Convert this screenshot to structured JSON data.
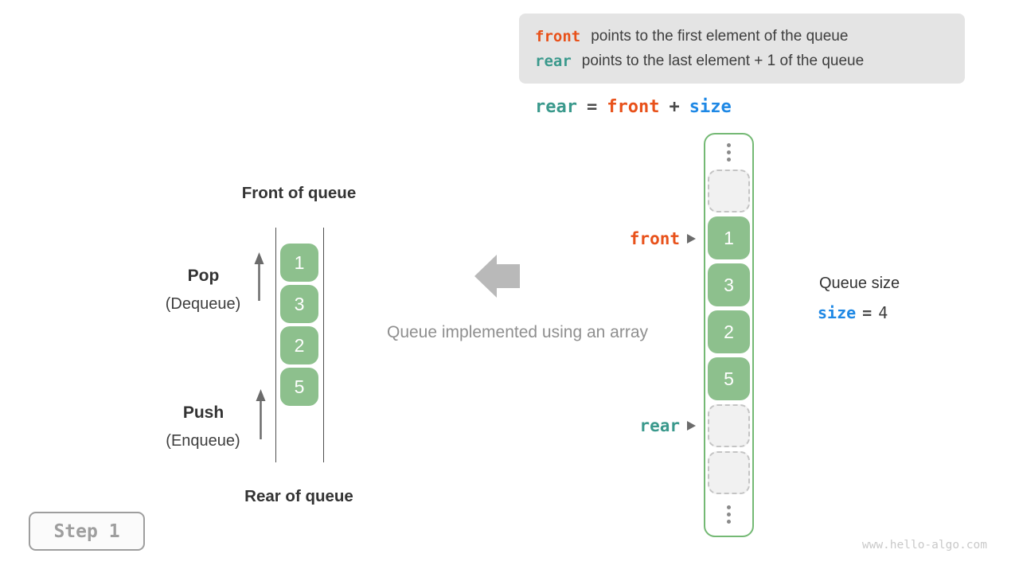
{
  "colors": {
    "front_orange": "#e8511a",
    "rear_teal": "#3a998c",
    "size_blue": "#1e88e5",
    "cell_green": "#8dc08d",
    "array_border_green": "#74b974",
    "legend_bg": "#e4e4e4",
    "block_arrow_gray": "#b9b9b9"
  },
  "legend": {
    "line1_code": "front",
    "line1_text": "points to the first element of the queue",
    "line2_code": "rear",
    "line2_text": "points to the last element + 1 of the queue"
  },
  "formula": {
    "lhs": "rear",
    "eq": "=",
    "op1": "front",
    "plus": "+",
    "op2": "size"
  },
  "left_queue": {
    "front_label": "Front of queue",
    "rear_label": "Rear of queue",
    "pop": {
      "title": "Pop",
      "subtitle": "(Dequeue)"
    },
    "push": {
      "title": "Push",
      "subtitle": "(Enqueue)"
    },
    "values": [
      "1",
      "3",
      "2",
      "5"
    ]
  },
  "center": {
    "caption": "Queue implemented using an array"
  },
  "array": {
    "values": [
      "1",
      "3",
      "2",
      "5"
    ],
    "front_pointer": "front",
    "rear_pointer": "rear",
    "empty_slots_top": 1,
    "empty_slots_bottom": 2
  },
  "size_info": {
    "title": "Queue size",
    "code": "size",
    "eq": "=",
    "value": "4"
  },
  "step_badge": {
    "label": "Step 1"
  },
  "watermark": {
    "text": "www.hello-algo.com"
  }
}
